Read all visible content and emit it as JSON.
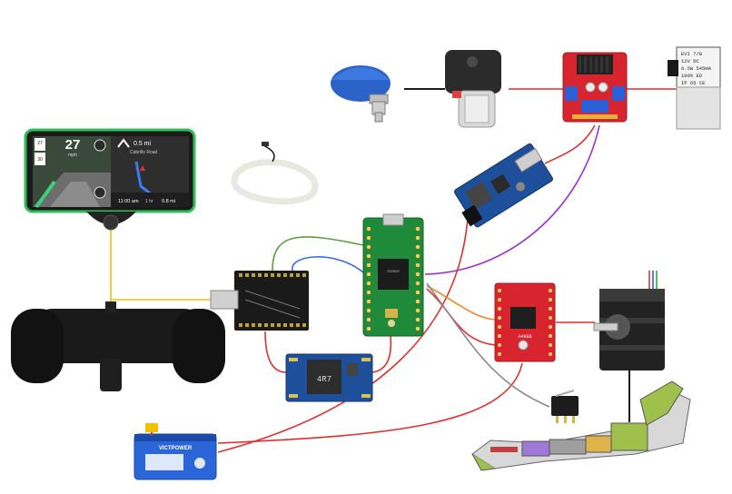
{
  "phone_screen": {
    "speed_value": "27",
    "speed_unit": "mph",
    "limit_sign_top": "27",
    "limit_sign_bottom": "30",
    "nav_distance": "0.5 mi",
    "nav_street": "Cabrillo Road",
    "eta_time": "11:00 am",
    "eta_duration": "1 hr",
    "eta_remaining": "0.8 mi"
  },
  "valve_label": {
    "line1": "EVI  7/8",
    "line2": "12V   DC",
    "line3": "6.5W  545mA",
    "line4": "100%  ED",
    "line5": "IP  65   CE"
  },
  "buck_converter_label": "4R7",
  "stepper_driver_label": "A4988",
  "teensy_label": "TEENSY",
  "battery_label": "VICTPOWER",
  "colors": {
    "wire_red": "#e03030",
    "wire_purple": "#9b30d0",
    "wire_green": "#5aa040",
    "wire_blue": "#3a6fd8",
    "wire_orange": "#f08a20",
    "wire_gray": "#8a8a8a",
    "wire_yellow": "#f2c200",
    "wire_black": "#1a1a1a",
    "pcb_green": "#1f8a3a",
    "pcb_red": "#d8242f",
    "pcb_blue": "#1e4f9a"
  },
  "icons": [
    "suction-cup-icon",
    "vacuum-pump-icon",
    "motor-driver-board-icon",
    "solenoid-valve-icon",
    "phone-display-icon",
    "led-strip-icon",
    "usb-power-board-icon",
    "teensy-board-icon",
    "breakout-board-icon",
    "buck-converter-icon",
    "stepper-driver-icon",
    "stepper-motor-icon",
    "limit-switch-icon",
    "gamepad-controller-icon",
    "lipo-battery-icon",
    "linear-actuator-arm-icon"
  ]
}
